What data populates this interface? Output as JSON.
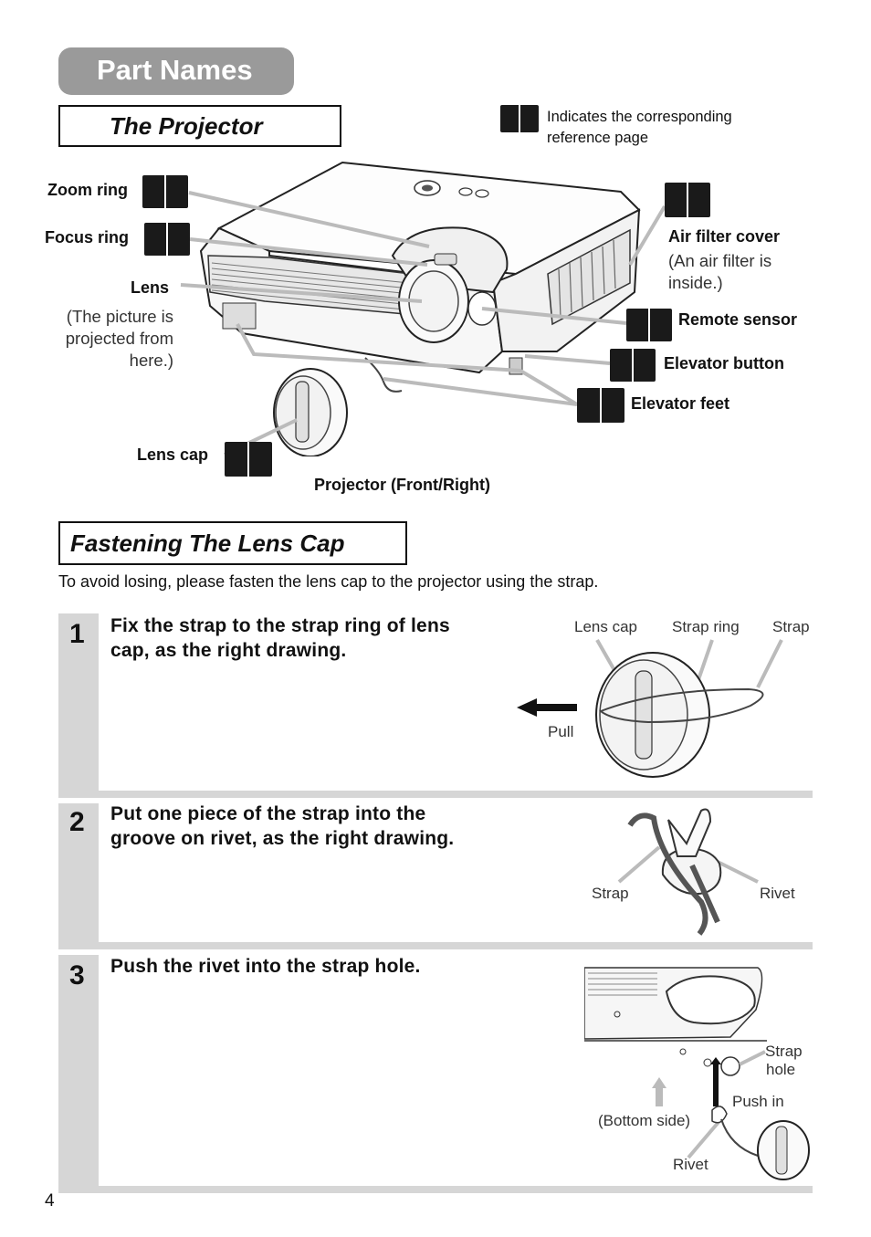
{
  "header": {
    "title": "Part Names"
  },
  "projector_section": {
    "heading": "The Projector",
    "legend_text_1": "Indicates the corresponding",
    "legend_text_2": "reference page",
    "labels": {
      "zoom_ring": "Zoom ring",
      "focus_ring": "Focus ring",
      "lens": "Lens",
      "lens_note_1": "(The picture is",
      "lens_note_2": "projected from",
      "lens_note_3": "here.)",
      "air_filter_cover": "Air filter cover",
      "air_filter_note_1": "(An air filter is",
      "air_filter_note_2": "inside.)",
      "remote_sensor": "Remote sensor",
      "elevator_button": "Elevator button",
      "elevator_feet": "Elevator feet",
      "lens_cap": "Lens cap"
    },
    "caption": "Projector (Front/Right)"
  },
  "fastening_section": {
    "heading": "Fastening The Lens Cap",
    "intro": "To avoid losing, please fasten the lens cap to the projector using the strap.",
    "steps": [
      {
        "number": "1",
        "text_line1": "Fix the strap to the strap ring of lens",
        "text_line2": "cap, as the right drawing.",
        "labels": {
          "lens_cap": "Lens cap",
          "strap_ring": "Strap ring",
          "strap": "Strap",
          "pull": "Pull"
        }
      },
      {
        "number": "2",
        "text_line1": "Put one piece of the strap into the",
        "text_line2": "groove on rivet, as the right drawing.",
        "labels": {
          "strap": "Strap",
          "rivet": "Rivet"
        }
      },
      {
        "number": "3",
        "text_line1": "Push the rivet into the strap hole.",
        "text_line2": "",
        "labels": {
          "strap_hole_1": "Strap",
          "strap_hole_2": "hole",
          "push_in": "Push in",
          "bottom_side": "(Bottom side)",
          "rivet": "Rivet"
        }
      }
    ]
  },
  "footer": {
    "page_number": "4"
  }
}
